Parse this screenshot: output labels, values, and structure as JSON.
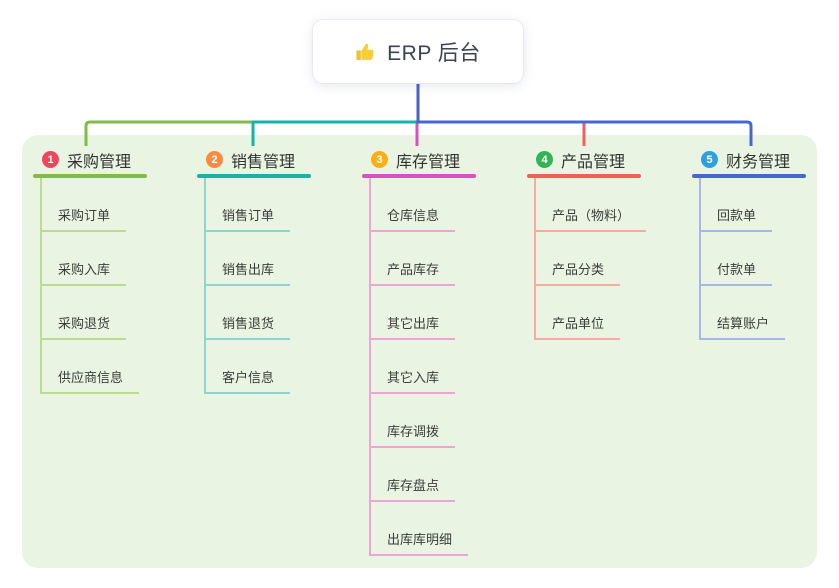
{
  "root": {
    "icon": "thumbs-up-icon",
    "label": "ERP 后台"
  },
  "canvas": {
    "background": "#ffffff",
    "panel_background": "#e9f5e2"
  },
  "connector": {
    "stem_color": "#4a5fc8"
  },
  "branches": [
    {
      "number": "1",
      "label": "采购管理",
      "badge_color": "#f0455f",
      "line_color": "#82bb4a",
      "child_line_color": "#bdda8e",
      "children": [
        "采购订单",
        "采购入库",
        "采购退货",
        "供应商信息"
      ]
    },
    {
      "number": "2",
      "label": "销售管理",
      "badge_color": "#f98a43",
      "line_color": "#18b2a8",
      "child_line_color": "#8fd4cf",
      "children": [
        "销售订单",
        "销售出库",
        "销售退货",
        "客户信息"
      ]
    },
    {
      "number": "3",
      "label": "库存管理",
      "badge_color": "#fbae17",
      "line_color": "#d94fc5",
      "child_line_color": "#efa4d8",
      "children": [
        "仓库信息",
        "产品库存",
        "其它出库",
        "其它入库",
        "库存调拨",
        "库存盘点",
        "出库库明细"
      ]
    },
    {
      "number": "4",
      "label": "产品管理",
      "badge_color": "#33b457",
      "line_color": "#f25e58",
      "child_line_color": "#f8aba5",
      "children": [
        "产品（物料）",
        "产品分类",
        "产品单位"
      ]
    },
    {
      "number": "5",
      "label": "财务管理",
      "badge_color": "#2fa0de",
      "line_color": "#4468cf",
      "child_line_color": "#a3b8e8",
      "children": [
        "回款单",
        "付款单",
        "结算账户"
      ]
    }
  ]
}
